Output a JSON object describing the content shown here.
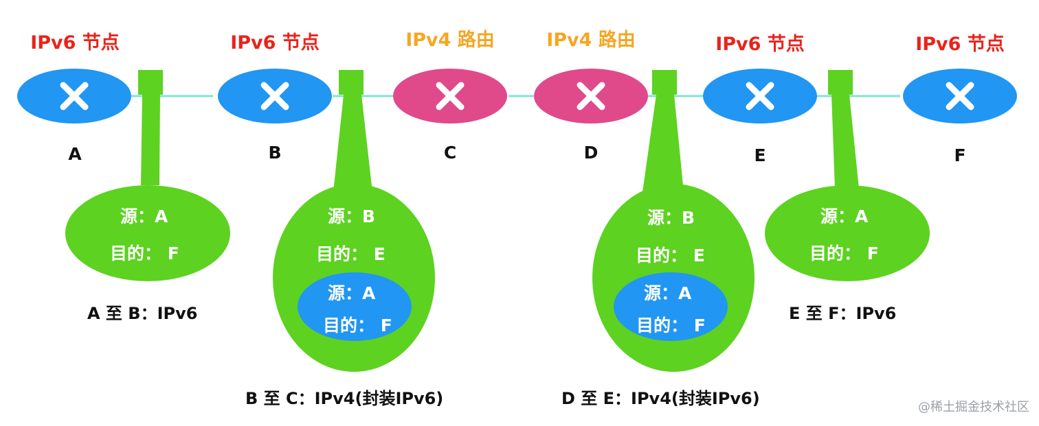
{
  "colors": {
    "ipv6_node": "#2196f3",
    "ipv4_router": "#e0498a",
    "ipv6_label": "#e8241c",
    "ipv4_label": "#f5a623",
    "packet": "#5dd221",
    "link": "#7fe3d6"
  },
  "nodes": [
    {
      "id": "A",
      "type_label": "IPv6 节点",
      "kind": "ipv6",
      "icon": "cross-icon"
    },
    {
      "id": "B",
      "type_label": "IPv6 节点",
      "kind": "ipv6",
      "icon": "cross-icon"
    },
    {
      "id": "C",
      "type_label": "IPv4 路由",
      "kind": "ipv4",
      "icon": "cross-icon"
    },
    {
      "id": "D",
      "type_label": "IPv4 路由",
      "kind": "ipv4",
      "icon": "cross-icon"
    },
    {
      "id": "E",
      "type_label": "IPv6 节点",
      "kind": "ipv6",
      "icon": "cross-icon"
    },
    {
      "id": "F",
      "type_label": "IPv6 节点",
      "kind": "ipv6",
      "icon": "cross-icon"
    }
  ],
  "packets": [
    {
      "outer_src": "源：A",
      "outer_dst": "目的： F",
      "caption": "A 至 B：IPv6"
    },
    {
      "outer_src": "源：B",
      "outer_dst": "目的： E",
      "inner_src": "源：A",
      "inner_dst": "目的： F",
      "caption": "B 至 C：IPv4(封装IPv6)"
    },
    {
      "outer_src": "源：B",
      "outer_dst": "目的： E",
      "inner_src": "源：A",
      "inner_dst": "目的： F",
      "caption": "D 至 E：IPv4(封装IPv6)"
    },
    {
      "outer_src": "源：A",
      "outer_dst": "目的： F",
      "caption": "E 至 F：IPv6"
    }
  ],
  "watermark": "@稀土掘金技术社区"
}
